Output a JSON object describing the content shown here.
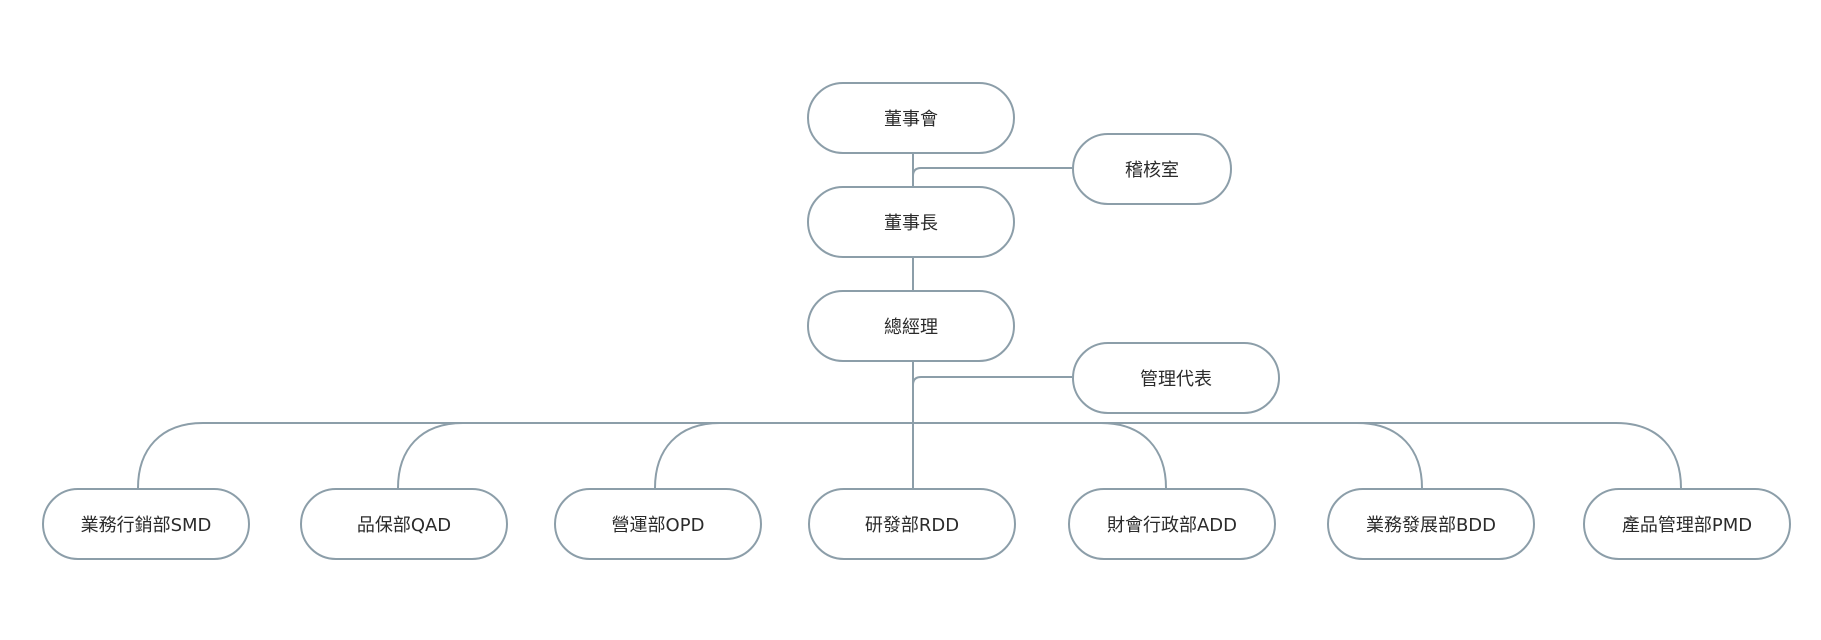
{
  "chart": {
    "top": {
      "board": "董事會",
      "audit": "稽核室",
      "chairman": "董事長",
      "general_manager": "總經理",
      "management_rep": "管理代表"
    },
    "departments": [
      "業務行銷部SMD",
      "品保部QAD",
      "營運部OPD",
      "研發部RDD",
      "財會行政部ADD",
      "業務發展部BDD",
      "產品管理部PMD"
    ]
  },
  "colors": {
    "line": "#8c9ea9",
    "text": "#2b2b2b"
  }
}
